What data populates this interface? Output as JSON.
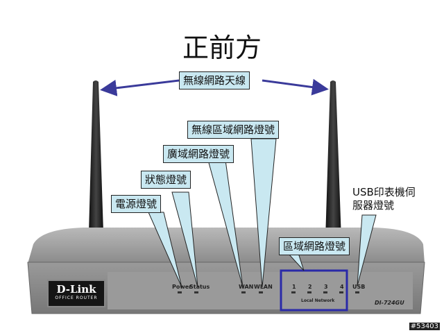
{
  "title": "正前方",
  "callouts": {
    "antenna": "無線網路天線",
    "wlan_led": "無線區域網路燈號",
    "wan_led": "廣域網路燈號",
    "status_led": "狀態燈號",
    "power_led": "電源燈號",
    "lan_led": "區域網路燈號",
    "usb_led_line1": "USB印表機伺",
    "usb_led_line2": "服器燈號"
  },
  "device": {
    "brand": "D-Link",
    "brand_sub": "OFFICE ROUTER",
    "model": "DI-724GU",
    "labels": {
      "power": "Power",
      "status": "Status",
      "wan": "WAN",
      "wlan": "WLAN",
      "port1": "1",
      "port2": "2",
      "port3": "3",
      "port4": "4",
      "local_network": "Local Network",
      "usb": "USB"
    }
  },
  "watermark": "#53403",
  "colors": {
    "callout_fill": "#c9e8f1",
    "arrow": "#3a3a9a",
    "highlight_box": "#2a2aa8",
    "router_body": "#8c8c8c"
  }
}
